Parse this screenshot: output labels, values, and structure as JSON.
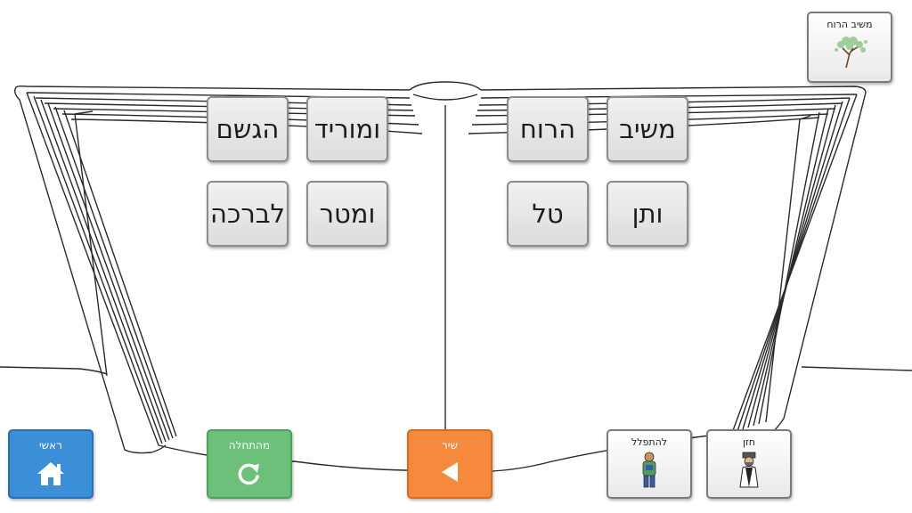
{
  "header": {
    "title_card": {
      "label": "משיב הרוח",
      "icon": "wind-tree-icon"
    }
  },
  "words": {
    "row1": [
      "משיב",
      "הרוח",
      "ומוריד",
      "הגשם"
    ],
    "row2": [
      "ותן",
      "טל",
      "ומטר",
      "לברכה"
    ]
  },
  "bottom_bar": {
    "home": {
      "label": "ראשי",
      "icon": "home-icon",
      "color": "#3b8fd6"
    },
    "restart": {
      "label": "מהתחלה",
      "icon": "restart-icon",
      "color": "#6cc07a"
    },
    "song": {
      "label": "שיר",
      "icon": "play-back-icon",
      "color": "#f58a3c"
    },
    "pray": {
      "label": "להתפלל",
      "icon": "praying-man-icon"
    },
    "cantor": {
      "label": "חזן",
      "icon": "cantor-icon"
    }
  }
}
